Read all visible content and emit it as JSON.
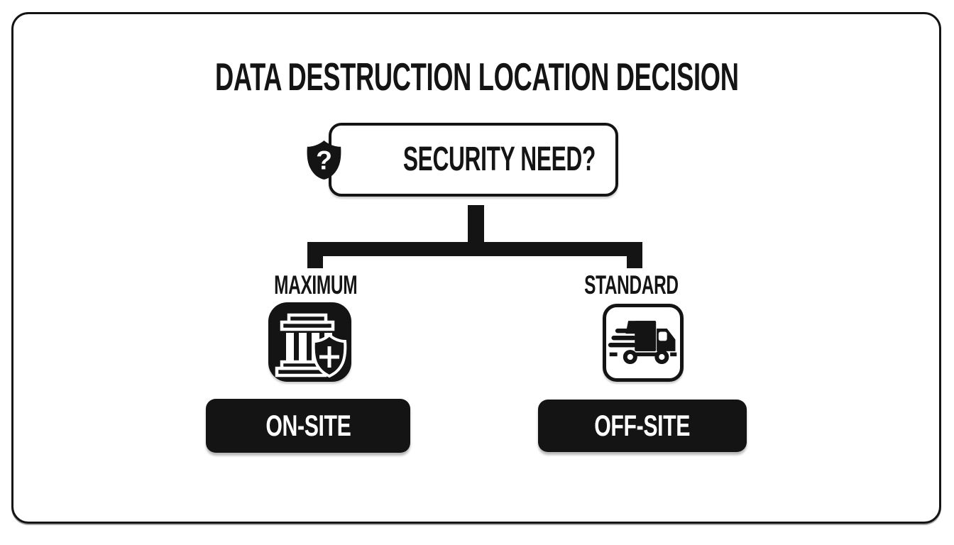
{
  "page": {
    "background_color": "#ffffff",
    "ink_color": "#141414",
    "outcome_text_color": "#ffffff"
  },
  "diagram": {
    "title": "DATA DESTRUCTION LOCATION DECISION",
    "root_node": {
      "icon": "question-shield-icon",
      "icon_glyph": "?",
      "label": "SECURITY NEED?"
    },
    "branches": [
      {
        "condition_label": "MAXIMUM",
        "icon": "secure-facility-icon",
        "outcome_label": "ON-SITE"
      },
      {
        "condition_label": "STANDARD",
        "icon": "delivery-truck-icon",
        "outcome_label": "OFF-SITE"
      }
    ]
  }
}
